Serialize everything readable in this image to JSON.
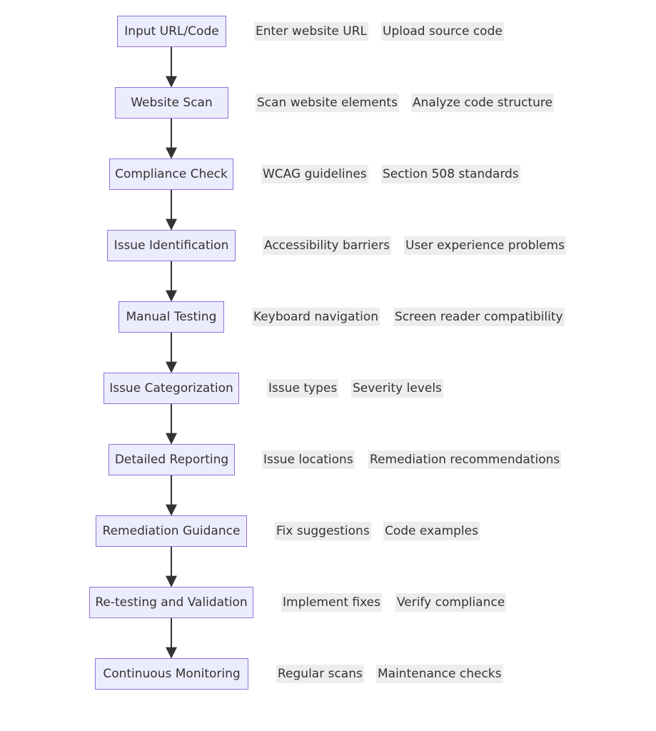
{
  "colors": {
    "node_fill": "#ECECFF",
    "node_border": "#9370DB",
    "edge": "#333333",
    "note_fill": "#E8E8E8",
    "text": "#333333"
  },
  "steps": [
    {
      "label": "Input URL/Code",
      "details": [
        "Enter website URL",
        "Upload source code"
      ]
    },
    {
      "label": "Website Scan",
      "details": [
        "Scan website elements",
        "Analyze code structure"
      ]
    },
    {
      "label": "Compliance Check",
      "details": [
        "WCAG guidelines",
        "Section 508 standards"
      ]
    },
    {
      "label": "Issue Identification",
      "details": [
        "Accessibility barriers",
        "User experience problems"
      ]
    },
    {
      "label": "Manual Testing",
      "details": [
        "Keyboard navigation",
        "Screen reader compatibility"
      ]
    },
    {
      "label": "Issue Categorization",
      "details": [
        "Issue types",
        "Severity levels"
      ]
    },
    {
      "label": "Detailed Reporting",
      "details": [
        "Issue locations",
        "Remediation recommendations"
      ]
    },
    {
      "label": "Remediation Guidance",
      "details": [
        "Fix suggestions",
        "Code examples"
      ]
    },
    {
      "label": "Re-testing and Validation",
      "details": [
        "Implement fixes",
        "Verify compliance"
      ]
    },
    {
      "label": "Continuous Monitoring",
      "details": [
        "Regular scans",
        "Maintenance checks"
      ]
    }
  ]
}
